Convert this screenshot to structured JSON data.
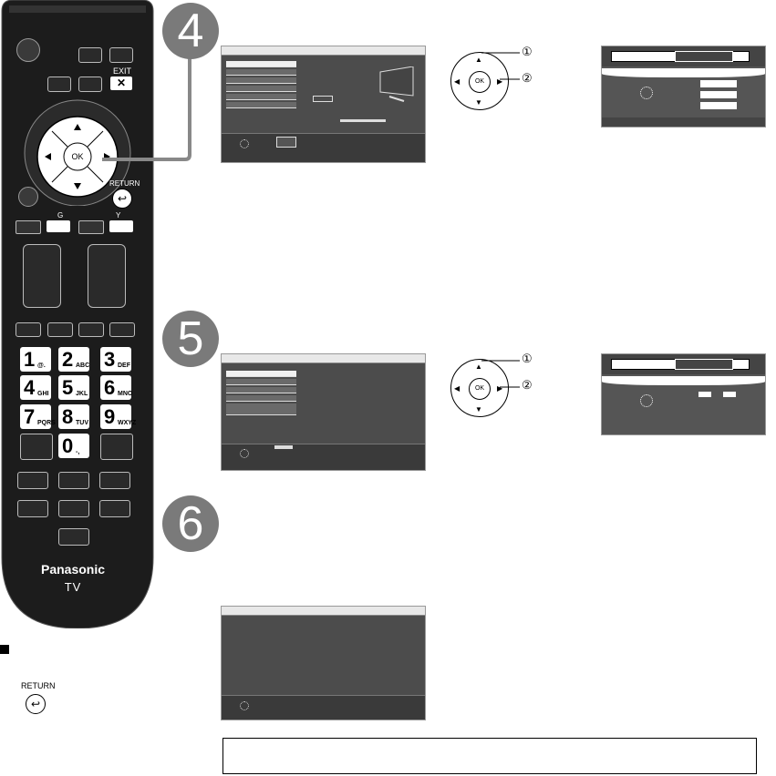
{
  "remote": {
    "exit_label": "EXIT",
    "ok_label": "OK",
    "return_label": "RETURN",
    "color_labels": [
      "",
      "G",
      "",
      "Y"
    ],
    "keypad": [
      {
        "digit": "1",
        "sub": "@."
      },
      {
        "digit": "2",
        "sub": "ABC"
      },
      {
        "digit": "3",
        "sub": "DEF"
      },
      {
        "digit": "4",
        "sub": "GHI"
      },
      {
        "digit": "5",
        "sub": "JKL"
      },
      {
        "digit": "6",
        "sub": "MNO"
      },
      {
        "digit": "7",
        "sub": "PQRS"
      },
      {
        "digit": "8",
        "sub": "TUV"
      },
      {
        "digit": "9",
        "sub": "WXYZ"
      },
      {
        "digit": "0",
        "sub": "-,"
      }
    ],
    "brand": "Panasonic",
    "model": "TV"
  },
  "steps": [
    "4",
    "5",
    "6"
  ],
  "callouts": {
    "first": "①",
    "second": "②"
  },
  "note": {
    "return_label": "RETURN"
  },
  "colors": {
    "screen": "#4c4c4c",
    "step_circle": "#7a7a7a",
    "remote_body": "#1a1a1a"
  }
}
